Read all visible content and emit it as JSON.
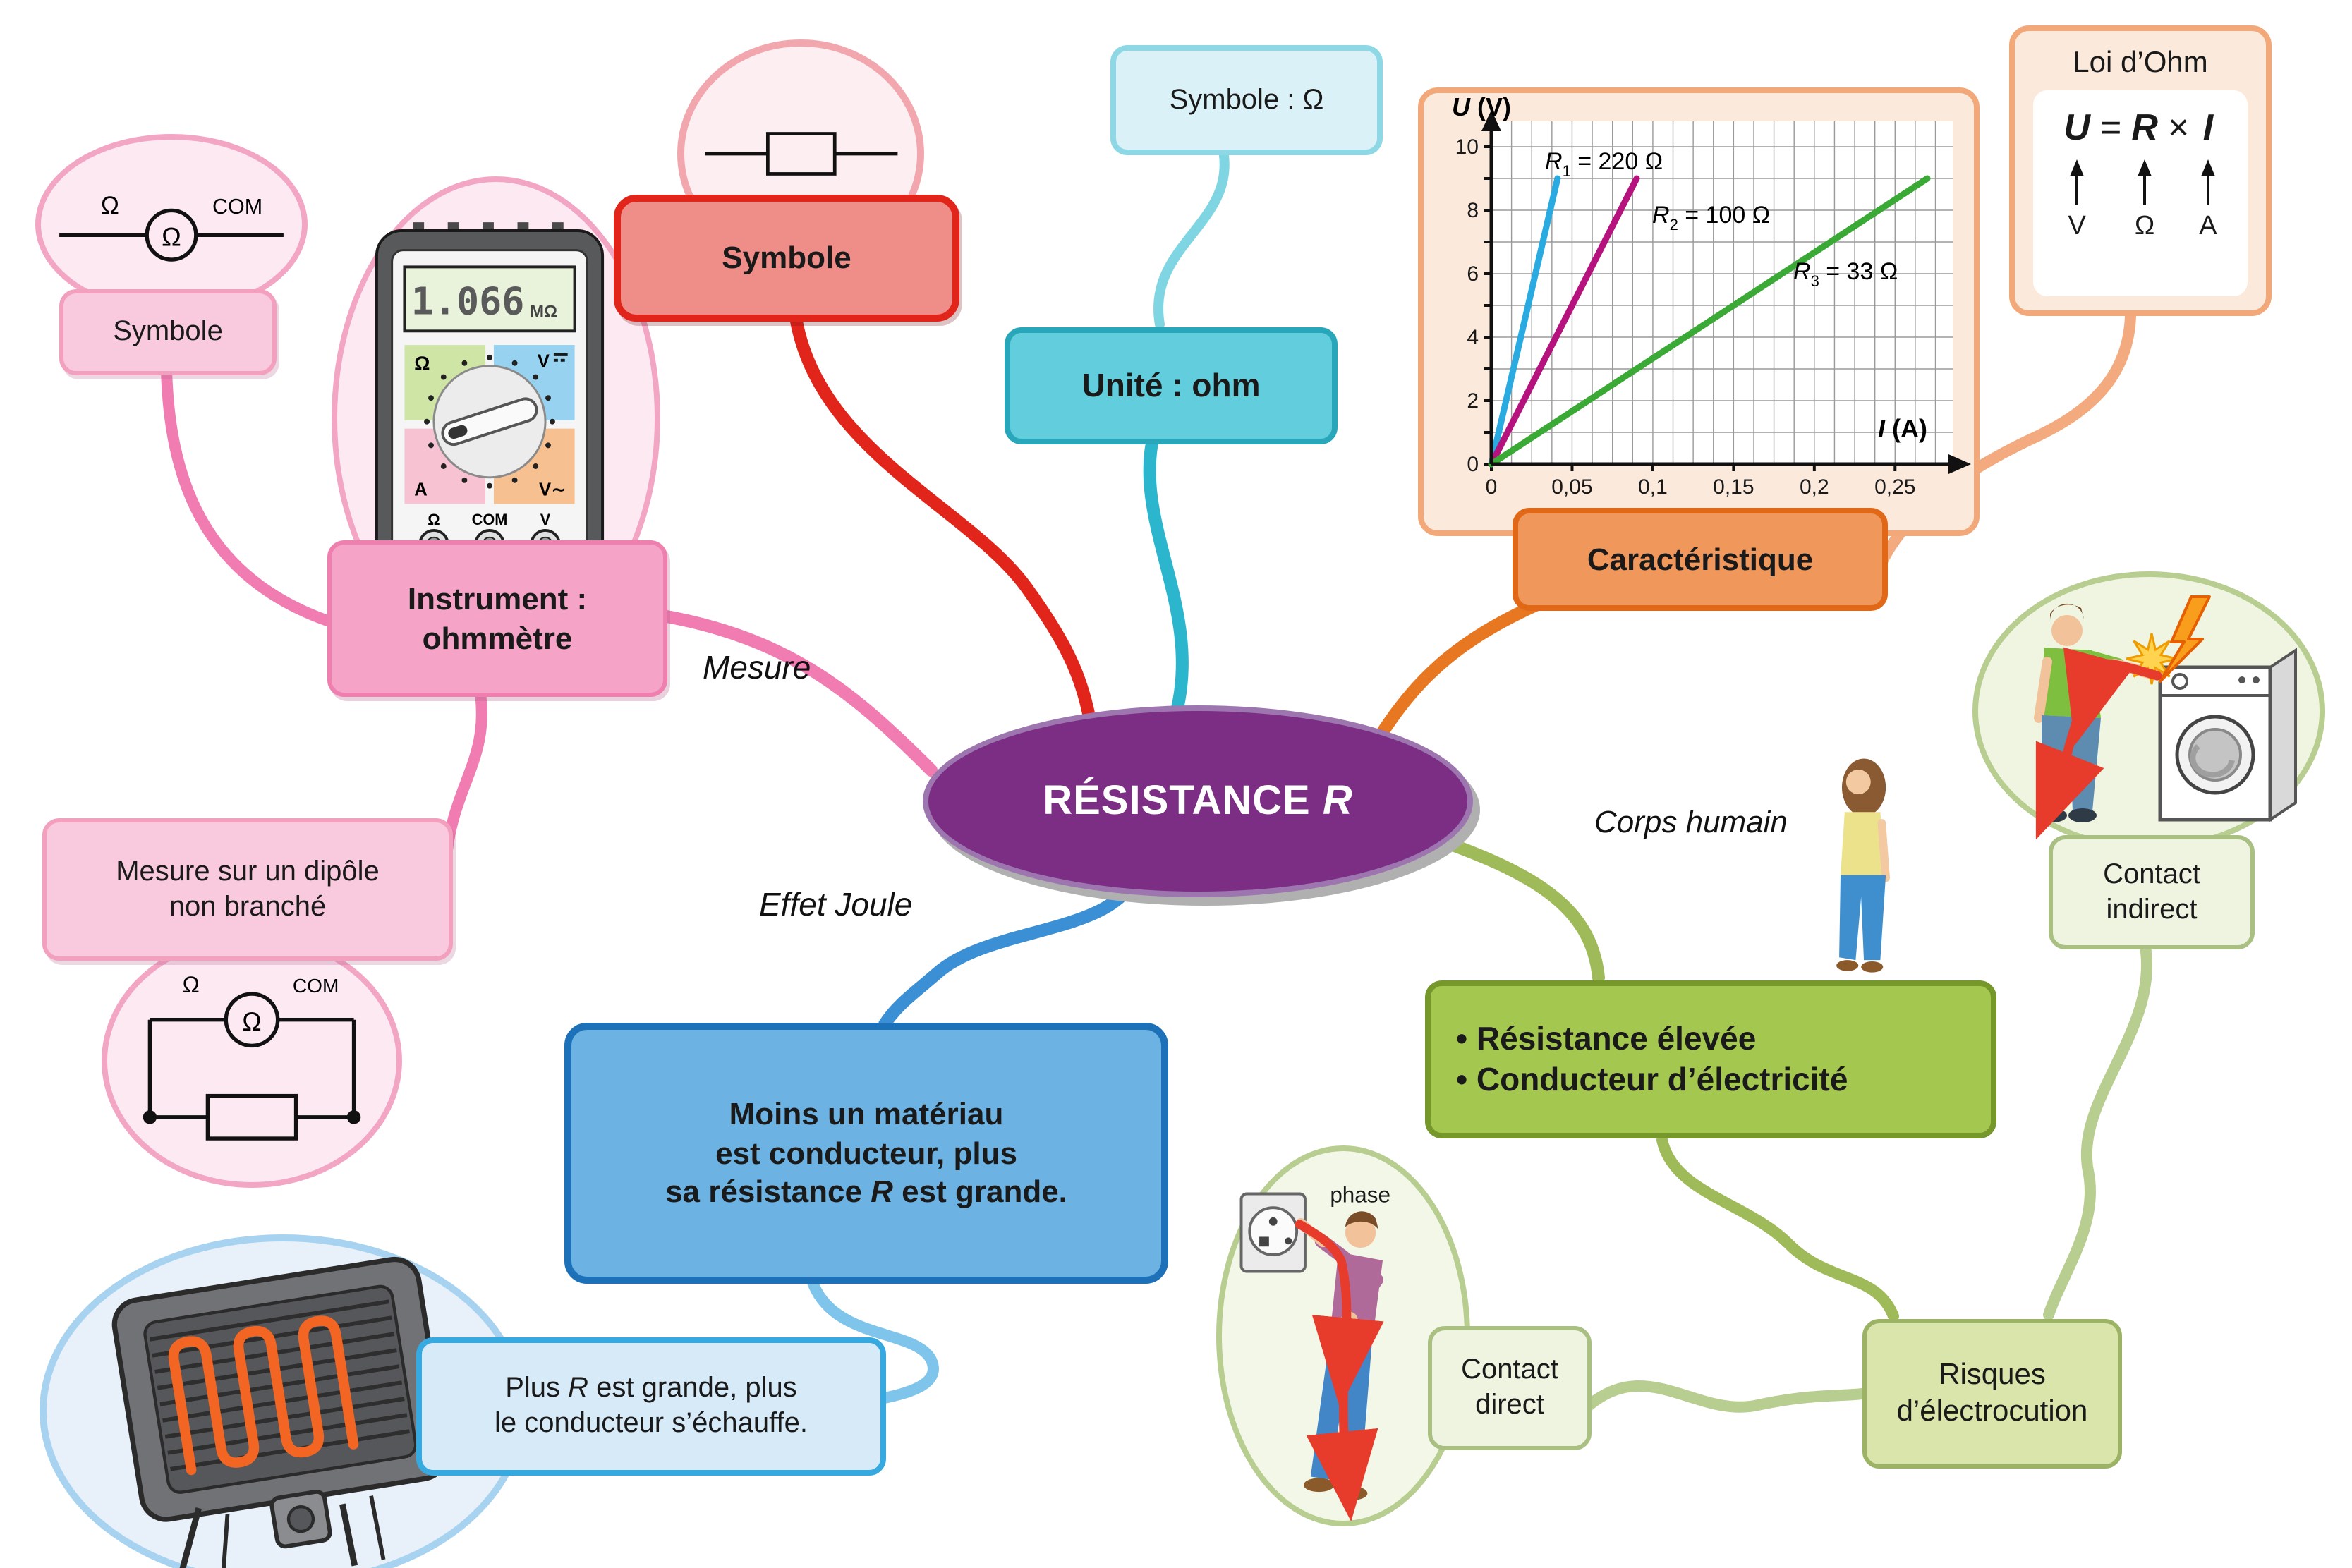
{
  "title_main": "RÉSISTANCE ",
  "title_r": "R",
  "branch_colors": {
    "pink": "#f07cb2",
    "red": "#e1251b",
    "cyan": "#2bb6ce",
    "cyan_light": "#7fd6e2",
    "orange": "#e87722",
    "orange_light": "#f2aa7e",
    "olive": "#9fba58",
    "olive_pale": "#b8cd90",
    "blue": "#3b8fd4",
    "blue_light": "#7fc4ea",
    "central_purple": "#7b2e83"
  },
  "nodes": {
    "symbole_instrument": "Symbole",
    "ohmmeter_symbol": {
      "left": "Ω",
      "center": "Ω",
      "right": "COM"
    },
    "instrument": {
      "line1": "Instrument :",
      "line2": "ohmmètre"
    },
    "mesure_label": "Mesure",
    "mesure_dipole": {
      "line1": "Mesure sur un dipôle",
      "line2": "non branché"
    },
    "dipole_circuit": {
      "left": "Ω",
      "center": "Ω",
      "right": "COM"
    },
    "symbole_resistor": "Symbole",
    "symbole_omega": "Symbole : Ω",
    "unite_ohm": "Unité : ohm",
    "caracteristique": "Caractéristique",
    "loi_ohm": {
      "title": "Loi d’Ohm",
      "u": "U",
      "eq": "=",
      "r": "R",
      "times": "×",
      "i": "I",
      "unit_v": "V",
      "unit_ohm": "Ω",
      "unit_a": "A"
    },
    "corps_humain_label": "Corps humain",
    "green_box": {
      "bullet1": "• Résistance élevée",
      "bullet2": "• Conducteur d’électricité"
    },
    "contact_indirect": {
      "line1": "Contact",
      "line2": "indirect"
    },
    "contact_direct": {
      "line1": "Contact",
      "line2": "direct"
    },
    "phase_label": "phase",
    "risques": {
      "line1": "Risques",
      "line2": "d’électrocution"
    },
    "effet_joule_label": "Effet Joule",
    "blue_box": {
      "line1": "Moins un matériau",
      "line2": "est conducteur, plus",
      "line3_pre": "sa résistance ",
      "line3_r": "R",
      "line3_post": " est grande."
    },
    "light_blue_box": {
      "line1_pre": "Plus ",
      "line1_r": "R",
      "line1_post": " est grande, plus",
      "line2": "le conducteur s’échauffe."
    }
  },
  "multimeter": {
    "display_value": "1.066",
    "display_unit": "MΩ",
    "dial_ohm": "Ω",
    "dial_vdc": "V",
    "dial_vac": "V∼",
    "dial_amp": "A",
    "jack_ohm": "Ω",
    "jack_com": "COM",
    "jack_v": "V"
  },
  "chart_data": {
    "type": "line",
    "xlabel": "I (A)",
    "ylabel": "U (V)",
    "xlabel_var": "I",
    "xlabel_unit": " (A)",
    "ylabel_var": "U",
    "ylabel_unit": " (V)",
    "xlim": [
      0,
      0.2857
    ],
    "ylim": [
      0,
      10.8
    ],
    "x_grid_max": 0.275,
    "y_grid_max": 10,
    "x_minor_step": 0.0125,
    "y_minor_step": 1,
    "grid": true,
    "x_ticks": [
      {
        "v": 0,
        "label": "0"
      },
      {
        "v": 0.05,
        "label": "0,05"
      },
      {
        "v": 0.1,
        "label": "0,1"
      },
      {
        "v": 0.15,
        "label": "0,15"
      },
      {
        "v": 0.2,
        "label": "0,2"
      },
      {
        "v": 0.25,
        "label": "0,25"
      }
    ],
    "y_ticks": [
      {
        "v": 0,
        "label": "0"
      },
      {
        "v": 2,
        "label": "2"
      },
      {
        "v": 4,
        "label": "4"
      },
      {
        "v": 6,
        "label": "6"
      },
      {
        "v": 8,
        "label": "8"
      },
      {
        "v": 10,
        "label": "10"
      }
    ],
    "series": [
      {
        "label": "R1 = 220 Ω",
        "name_r": "R",
        "name_sub": "1",
        "name_rest": " = 220 Ω",
        "resistance_ohms": 220,
        "color": "#29abe2",
        "points": [
          [
            0,
            0
          ],
          [
            0.041,
            9
          ]
        ]
      },
      {
        "label": "R2 = 100 Ω",
        "name_r": "R",
        "name_sub": "2",
        "name_rest": " = 100 Ω",
        "resistance_ohms": 100,
        "color": "#b5127d",
        "points": [
          [
            0,
            0
          ],
          [
            0.09,
            9
          ]
        ]
      },
      {
        "label": "R3 = 33 Ω",
        "name_r": "R",
        "name_sub": "3",
        "name_rest": " = 33 Ω",
        "resistance_ohms": 33,
        "color": "#3aa935",
        "points": [
          [
            0,
            0
          ],
          [
            0.27,
            9
          ]
        ]
      }
    ]
  }
}
